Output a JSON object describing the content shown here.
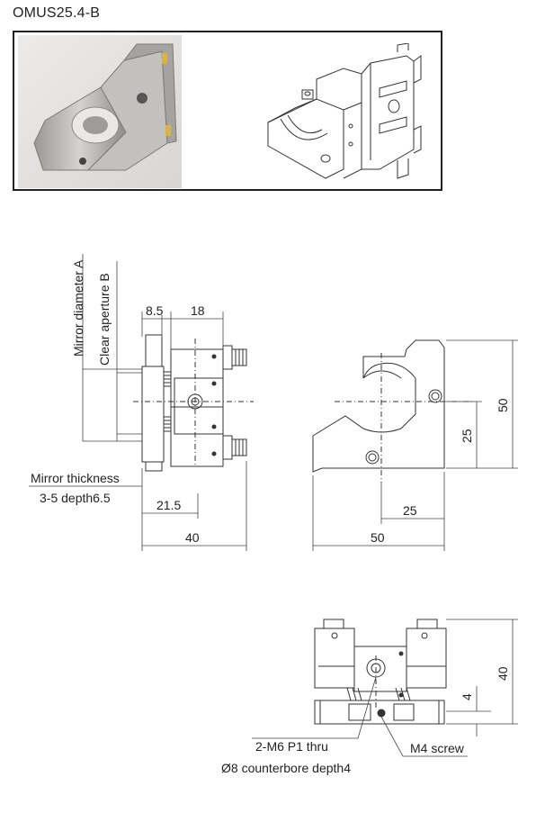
{
  "product": {
    "model": "OMUS25.4-B"
  },
  "colors": {
    "line": "#333333",
    "dim_line": "#444444",
    "photo_bg": "#e6e3e0",
    "metal": "#b9b8b4"
  },
  "side_view": {
    "labels": {
      "mirror_diameter": "Mirror diameter A",
      "clear_aperture": "Clear aperture B",
      "mirror_thickness": "Mirror thickness",
      "thread": "3-5 depth6.5"
    },
    "dims": {
      "d1": "8.5",
      "d2": "18",
      "d3": "21.5",
      "d4": "40"
    }
  },
  "front_view": {
    "dims": {
      "h_total": "50",
      "h_center": "25",
      "w_center": "25",
      "w_total": "50"
    }
  },
  "bottom_view": {
    "dims": {
      "h_total": "40",
      "h_base": "4"
    },
    "labels": {
      "holes": "2-M6 P1 thru",
      "counterbore": "Ø8 counterbore depth4",
      "screw": "M4 screw"
    }
  }
}
